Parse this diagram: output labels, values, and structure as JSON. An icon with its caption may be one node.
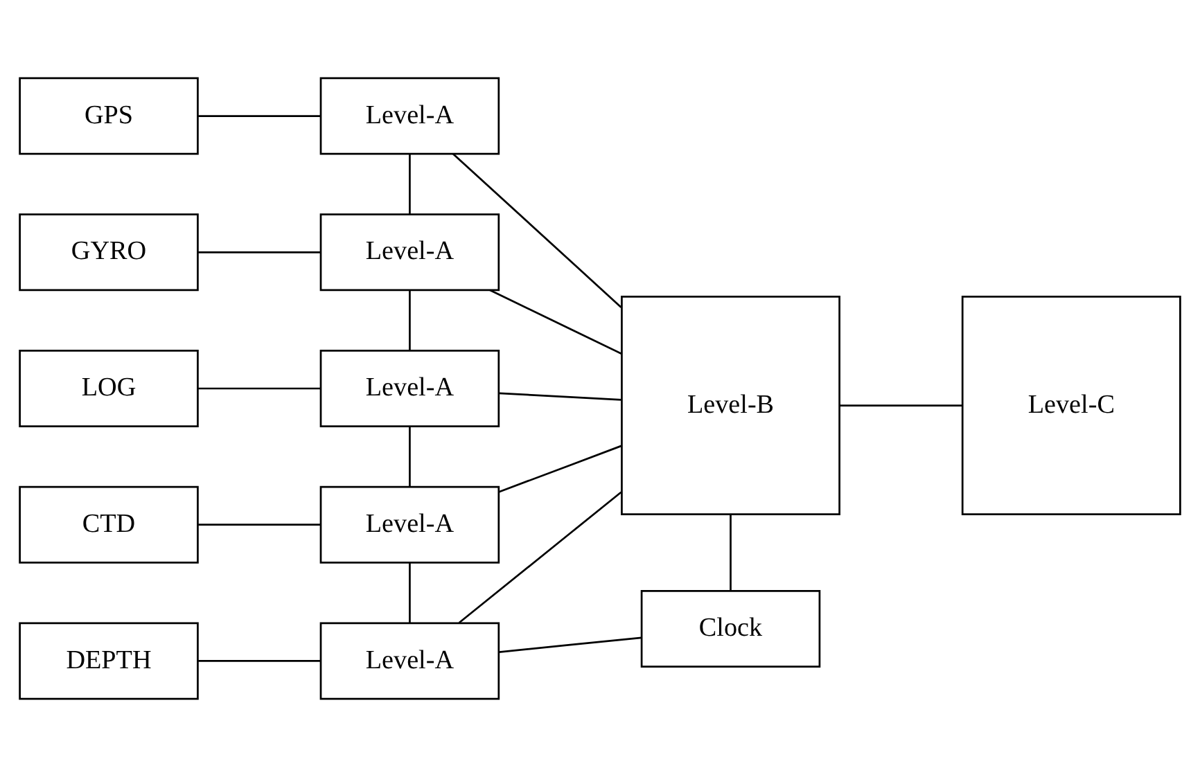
{
  "diagram": {
    "nodes": [
      {
        "text": [
          "GPS"
        ]
      },
      {
        "text": [
          "GYRO"
        ]
      },
      {
        "text": [
          "LOG"
        ]
      },
      {
        "text": [
          "CTD"
        ]
      },
      {
        "text": [
          "DEPTH"
        ]
      },
      {
        "text": [
          "Level-A"
        ]
      },
      {
        "text": [
          "Level-A"
        ]
      },
      {
        "text": [
          "Level-A"
        ]
      },
      {
        "text": [
          "Level-A"
        ]
      },
      {
        "text": [
          "Level-A"
        ]
      },
      {
        "text": [
          "Level-B"
        ]
      },
      {
        "text": [
          "Level-C"
        ]
      },
      {
        "text": [
          "Clock"
        ]
      }
    ],
    "edges": [
      {
        "from": 0,
        "to": 5,
        "arrow": "none"
      },
      {
        "from": 1,
        "to": 6,
        "arrow": "none"
      },
      {
        "from": 2,
        "to": 7,
        "arrow": "none"
      },
      {
        "from": 3,
        "to": 8,
        "arrow": "none"
      },
      {
        "from": 4,
        "to": 9,
        "arrow": "none"
      },
      {
        "from": 5,
        "to": 6,
        "arrow": "none"
      },
      {
        "from": 6,
        "to": 7,
        "arrow": "none"
      },
      {
        "from": 7,
        "to": 8,
        "arrow": "none"
      },
      {
        "from": 8,
        "to": 9,
        "arrow": "none"
      },
      {
        "from": 9,
        "to": 12,
        "arrow": "none"
      },
      {
        "from": 5,
        "to": 10,
        "arrow": "none"
      },
      {
        "from": 6,
        "to": 10,
        "arrow": "none"
      },
      {
        "from": 7,
        "to": 10,
        "arrow": "none"
      },
      {
        "from": 8,
        "to": 10,
        "arrow": "none"
      },
      {
        "from": 9,
        "to": 10,
        "arrow": "none"
      },
      {
        "from": 10,
        "to": 11,
        "arrow": "none"
      },
      {
        "from": 10,
        "to": 12,
        "arrow": "none"
      }
    ]
  }
}
